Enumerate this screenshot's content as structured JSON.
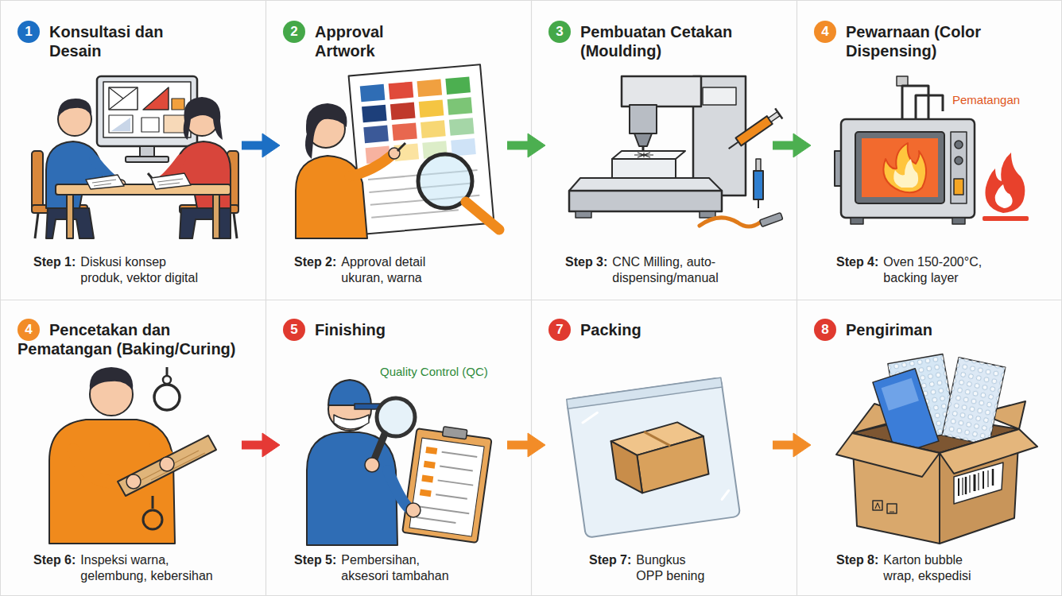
{
  "diagram": {
    "nodes": [
      {
        "text": [
          "Konsultasi dan Desain",
          "Step 1:",
          "Diskusi konsep produk, vektor digital"
        ]
      },
      {
        "text": [
          "1"
        ],
        "in": 0
      },
      {
        "text": [
          "Approval Artwork",
          "Step 2:",
          "Approval detail ukuran, warna"
        ]
      },
      {
        "text": [
          "2"
        ],
        "in": 2
      },
      {
        "text": [
          "Pembuatan Cetakan (Moulding)",
          "Step 3:",
          "CNC Milling, auto-dispensing/manual"
        ]
      },
      {
        "text": [
          "3"
        ],
        "in": 4
      },
      {
        "text": [
          "Pewarnaan (Color Dispensing)",
          "Step 4:",
          "Oven 150-200°C, backing layer"
        ]
      },
      {
        "text": [
          "4"
        ],
        "in": 6
      },
      {
        "text": [
          "Pencetakan dan Pematangan (Baking/Curing)",
          "Step 6:",
          "Inspeksi warna, gelembung, kebersihan"
        ]
      },
      {
        "text": [
          "4"
        ],
        "in": 8
      },
      {
        "text": [
          "Finishing",
          "Step 5:",
          "Pembersihan, aksesori tambahan"
        ]
      },
      {
        "text": [
          "5"
        ],
        "in": 10
      },
      {
        "text": [
          "Packing",
          "Step 7:",
          "Bungkus OPP bening"
        ]
      },
      {
        "text": [
          "7"
        ],
        "in": 12
      },
      {
        "text": [
          "Pengiriman",
          "Step 8:",
          "Karton bubble wrap, ekspedisi"
        ]
      },
      {
        "text": [
          "8"
        ],
        "in": 14
      }
    ],
    "edges": [
      {
        "from": 0,
        "to": 2,
        "arrow": "to"
      },
      {
        "from": 2,
        "to": 4,
        "arrow": "to"
      },
      {
        "from": 4,
        "to": 6,
        "arrow": "to"
      },
      {
        "from": 8,
        "to": 10,
        "arrow": "to"
      },
      {
        "from": 10,
        "to": 12,
        "arrow": "to"
      },
      {
        "from": 12,
        "to": 14,
        "arrow": "to"
      }
    ],
    "labels": [
      "Pematangan",
      "Quality Control (QC)"
    ]
  }
}
